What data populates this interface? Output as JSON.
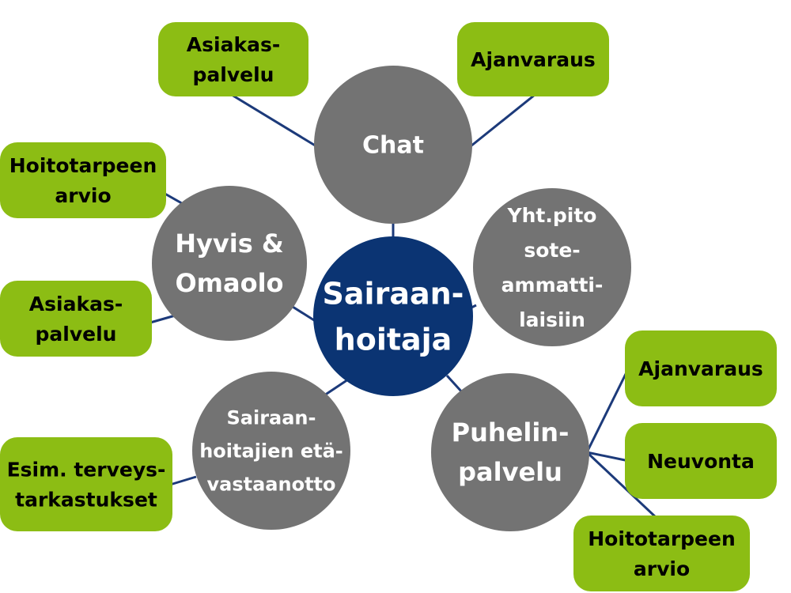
{
  "colors": {
    "center": "#0b3473",
    "circle": "#737373",
    "box": "#8cbd14",
    "line": "#1c3a7a"
  },
  "center": {
    "lines": [
      "Sairaan-",
      "hoitaja"
    ]
  },
  "circles": {
    "chat": {
      "lines": [
        "Chat"
      ]
    },
    "hyvis": {
      "lines": [
        "Hyvis &",
        "Omaolo"
      ]
    },
    "yht": {
      "lines": [
        "Yht.pito",
        "sote-",
        "ammatti-",
        "laisiin"
      ]
    },
    "eta": {
      "lines": [
        "Sairaan-",
        "hoitajien etä-",
        "vastaanotto"
      ]
    },
    "puhelin": {
      "lines": [
        "Puhelin-",
        "palvelu"
      ]
    }
  },
  "boxes": {
    "chat_asiakas": {
      "lines": [
        "Asiakas-",
        "palvelu"
      ]
    },
    "chat_ajanvaraus": {
      "lines": [
        "Ajanvaraus"
      ]
    },
    "hyvis_hoito": {
      "lines": [
        "Hoitotarpeen",
        "arvio"
      ]
    },
    "hyvis_asiakas": {
      "lines": [
        "Asiakas-",
        "palvelu"
      ]
    },
    "eta_esim": {
      "lines": [
        "Esim. terveys-",
        "tarkastukset"
      ]
    },
    "puh_ajanvaraus": {
      "lines": [
        "Ajanvaraus"
      ]
    },
    "puh_neuvonta": {
      "lines": [
        "Neuvonta"
      ]
    },
    "puh_hoito": {
      "lines": [
        "Hoitotarpeen",
        "arvio"
      ]
    }
  }
}
